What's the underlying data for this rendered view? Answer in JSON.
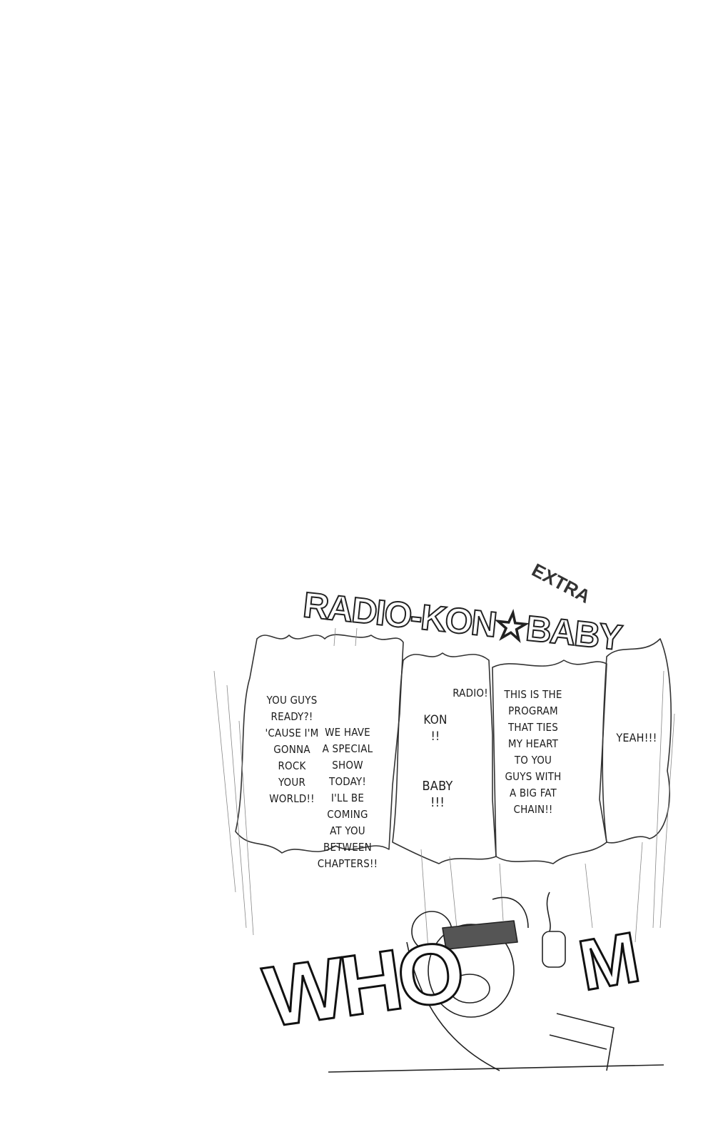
{
  "page": {
    "title_logo": "RADIO-KON★BABY",
    "title_badge": "EXTRA",
    "bubbles": [
      {
        "text": "YOU GUYS\nREADY?!\n'CAUSE I'M\nGONNA\nROCK\nYOUR\nWORLD!!"
      },
      {
        "text": "WE HAVE\nA SPECIAL\nSHOW\nTODAY!\nI'LL BE\nCOMING\nAT YOU\nBETWEEN\nCHAPTERS!!"
      },
      {
        "text": "RADIO!"
      },
      {
        "text": "KON\n!!"
      },
      {
        "text": "BABY\n!!!"
      },
      {
        "text": "THIS IS THE\nPROGRAM\nTHAT TIES\nMY HEART\nTO YOU\nGUYS WITH\nA BIG FAT\nCHAIN!!"
      },
      {
        "text": "YEAH!!!"
      }
    ],
    "sfx": {
      "left": "WHO",
      "right": "M"
    }
  }
}
